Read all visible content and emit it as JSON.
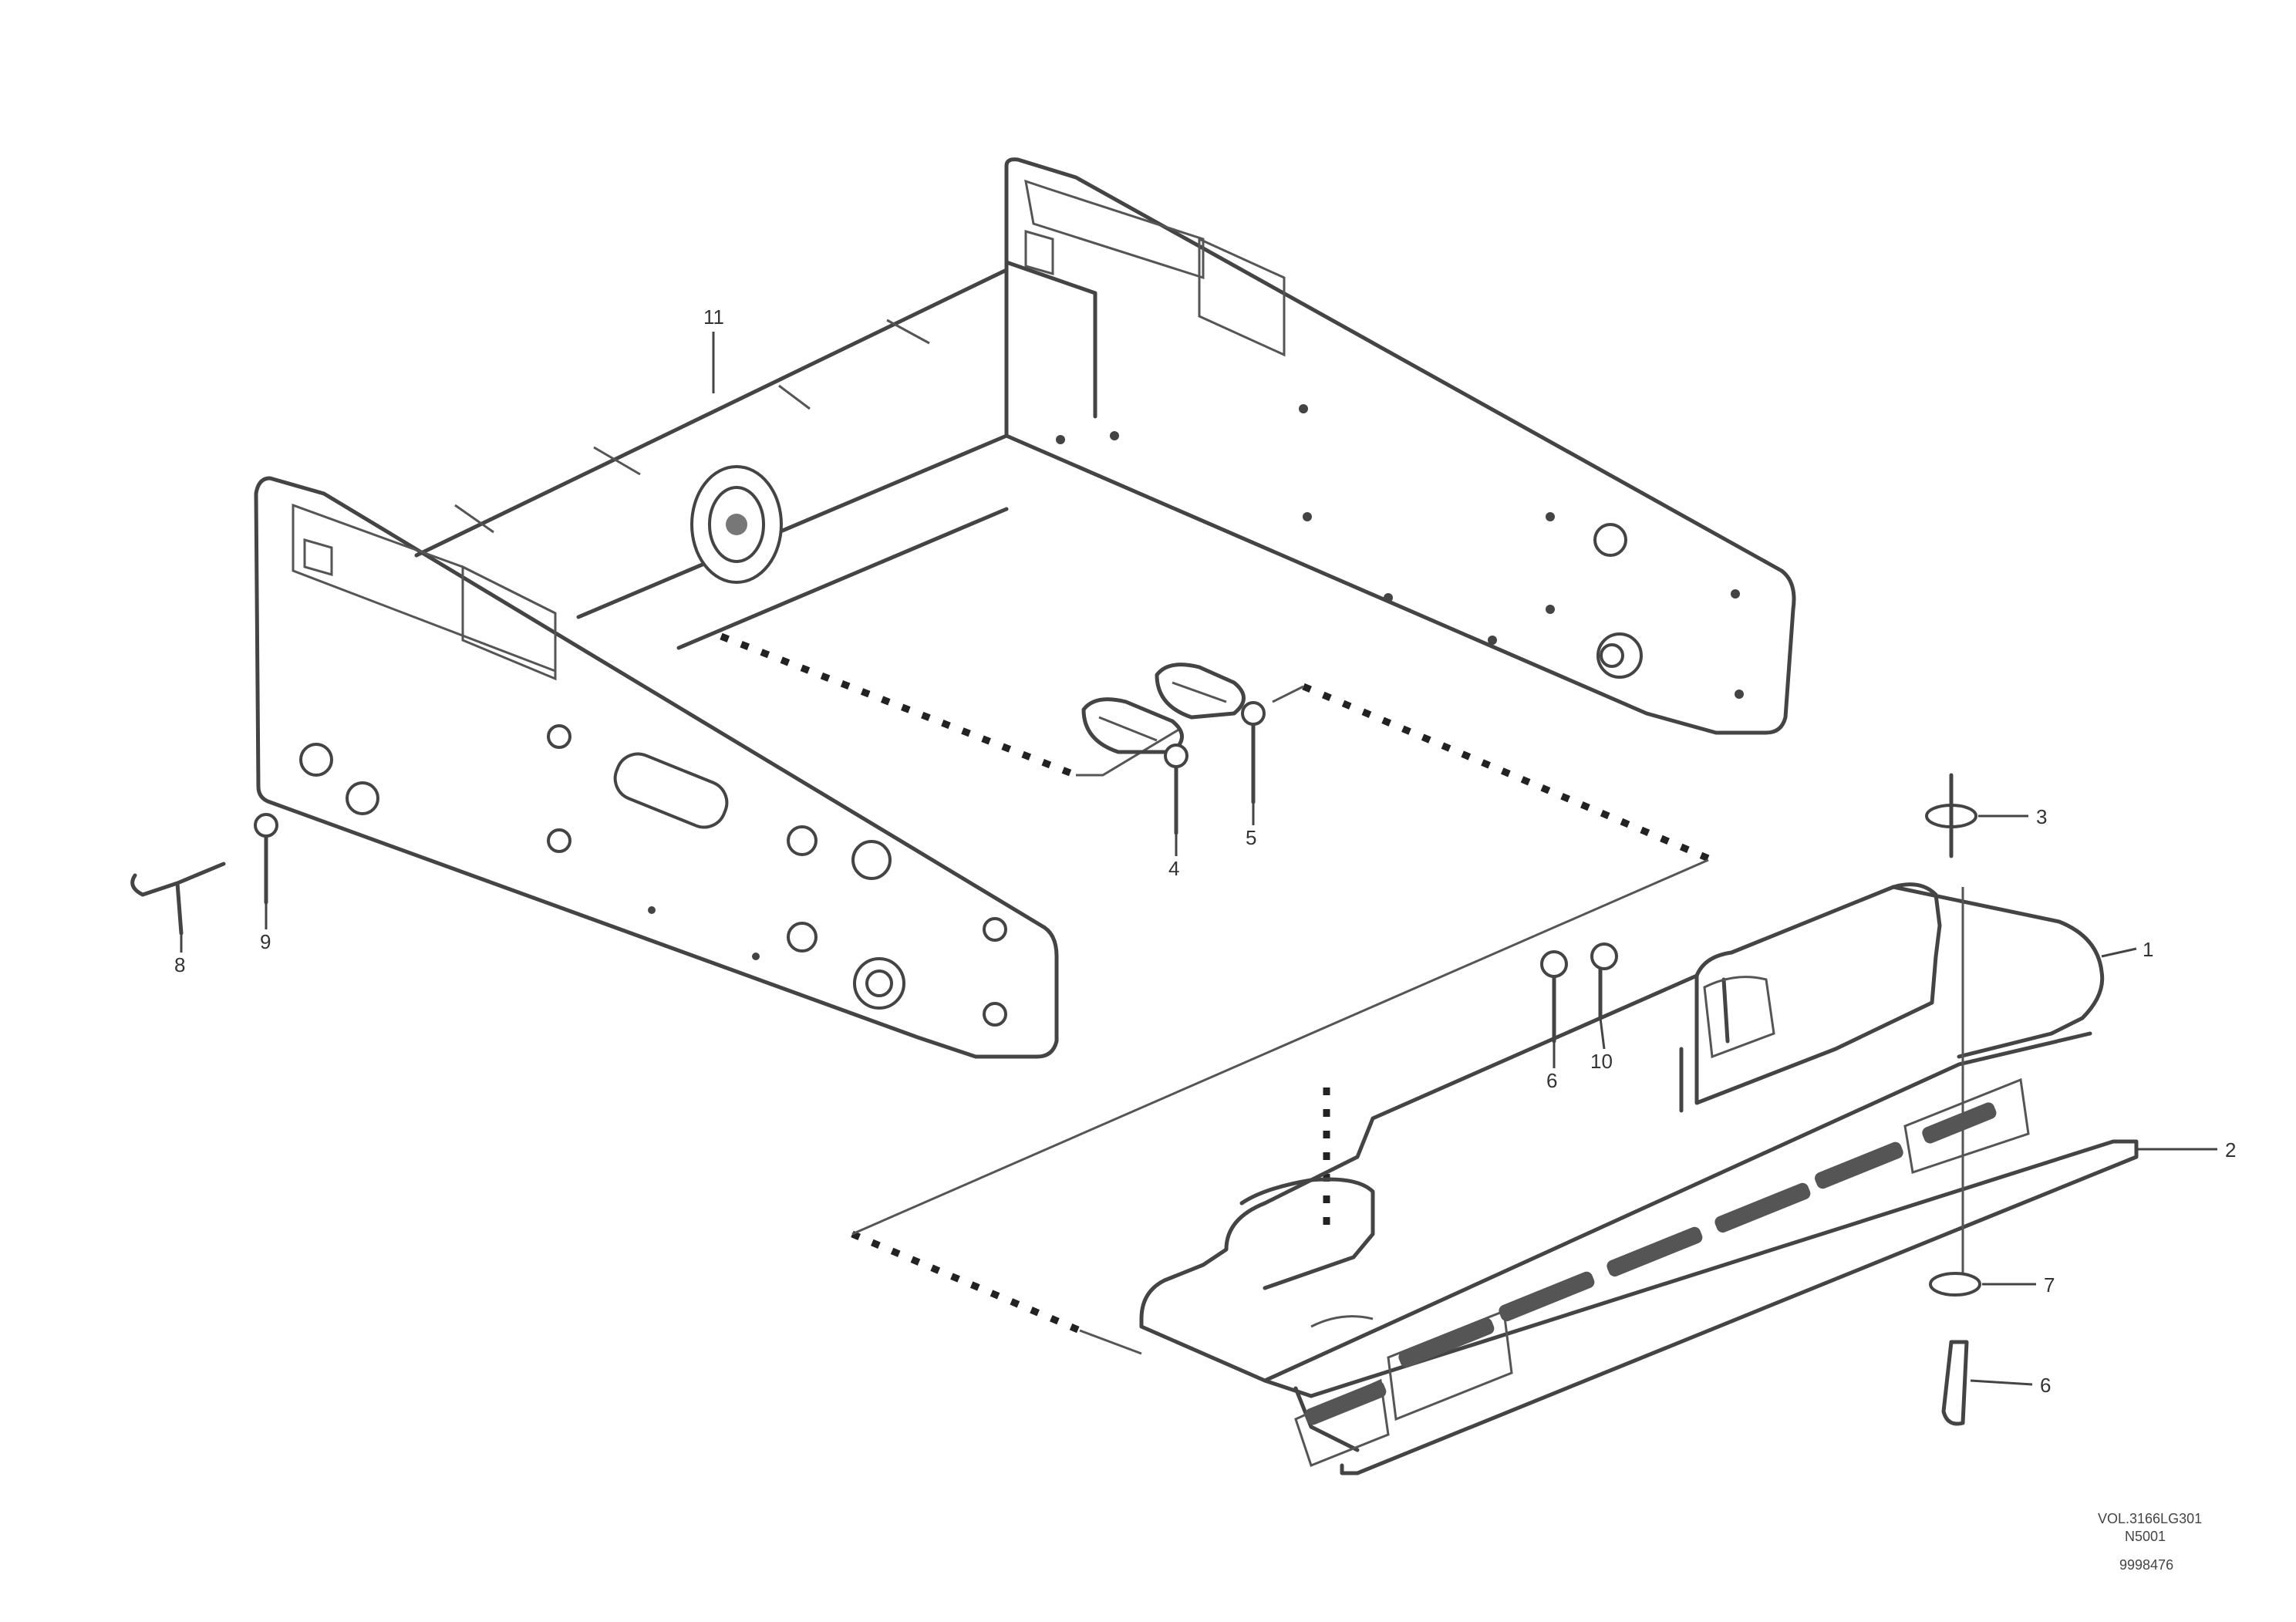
{
  "diagram": {
    "callouts": {
      "c11": "11",
      "c4": "4",
      "c5": "5",
      "c8": "8",
      "c9": "9",
      "c3": "3",
      "c1": "1",
      "c6": "6",
      "c10": "10",
      "c2": "2",
      "c7": "7",
      "c6b": "6"
    },
    "footer": {
      "line1": "VOL.3166LG301",
      "line2": "N5001",
      "code": "9998476"
    }
  }
}
